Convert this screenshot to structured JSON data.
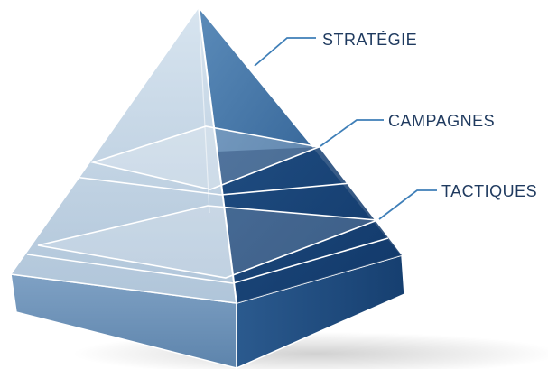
{
  "levels": [
    {
      "label": "STRATÉGIE"
    },
    {
      "label": "CAMPAGNES"
    },
    {
      "label": "TACTIQUES"
    }
  ],
  "colors": {
    "label_text": "#1f3a5f",
    "leader_line": "#3f7fb8",
    "face_light": "#c9d9e8",
    "face_dark": "#1f4f85",
    "edge": "#ffffff"
  }
}
